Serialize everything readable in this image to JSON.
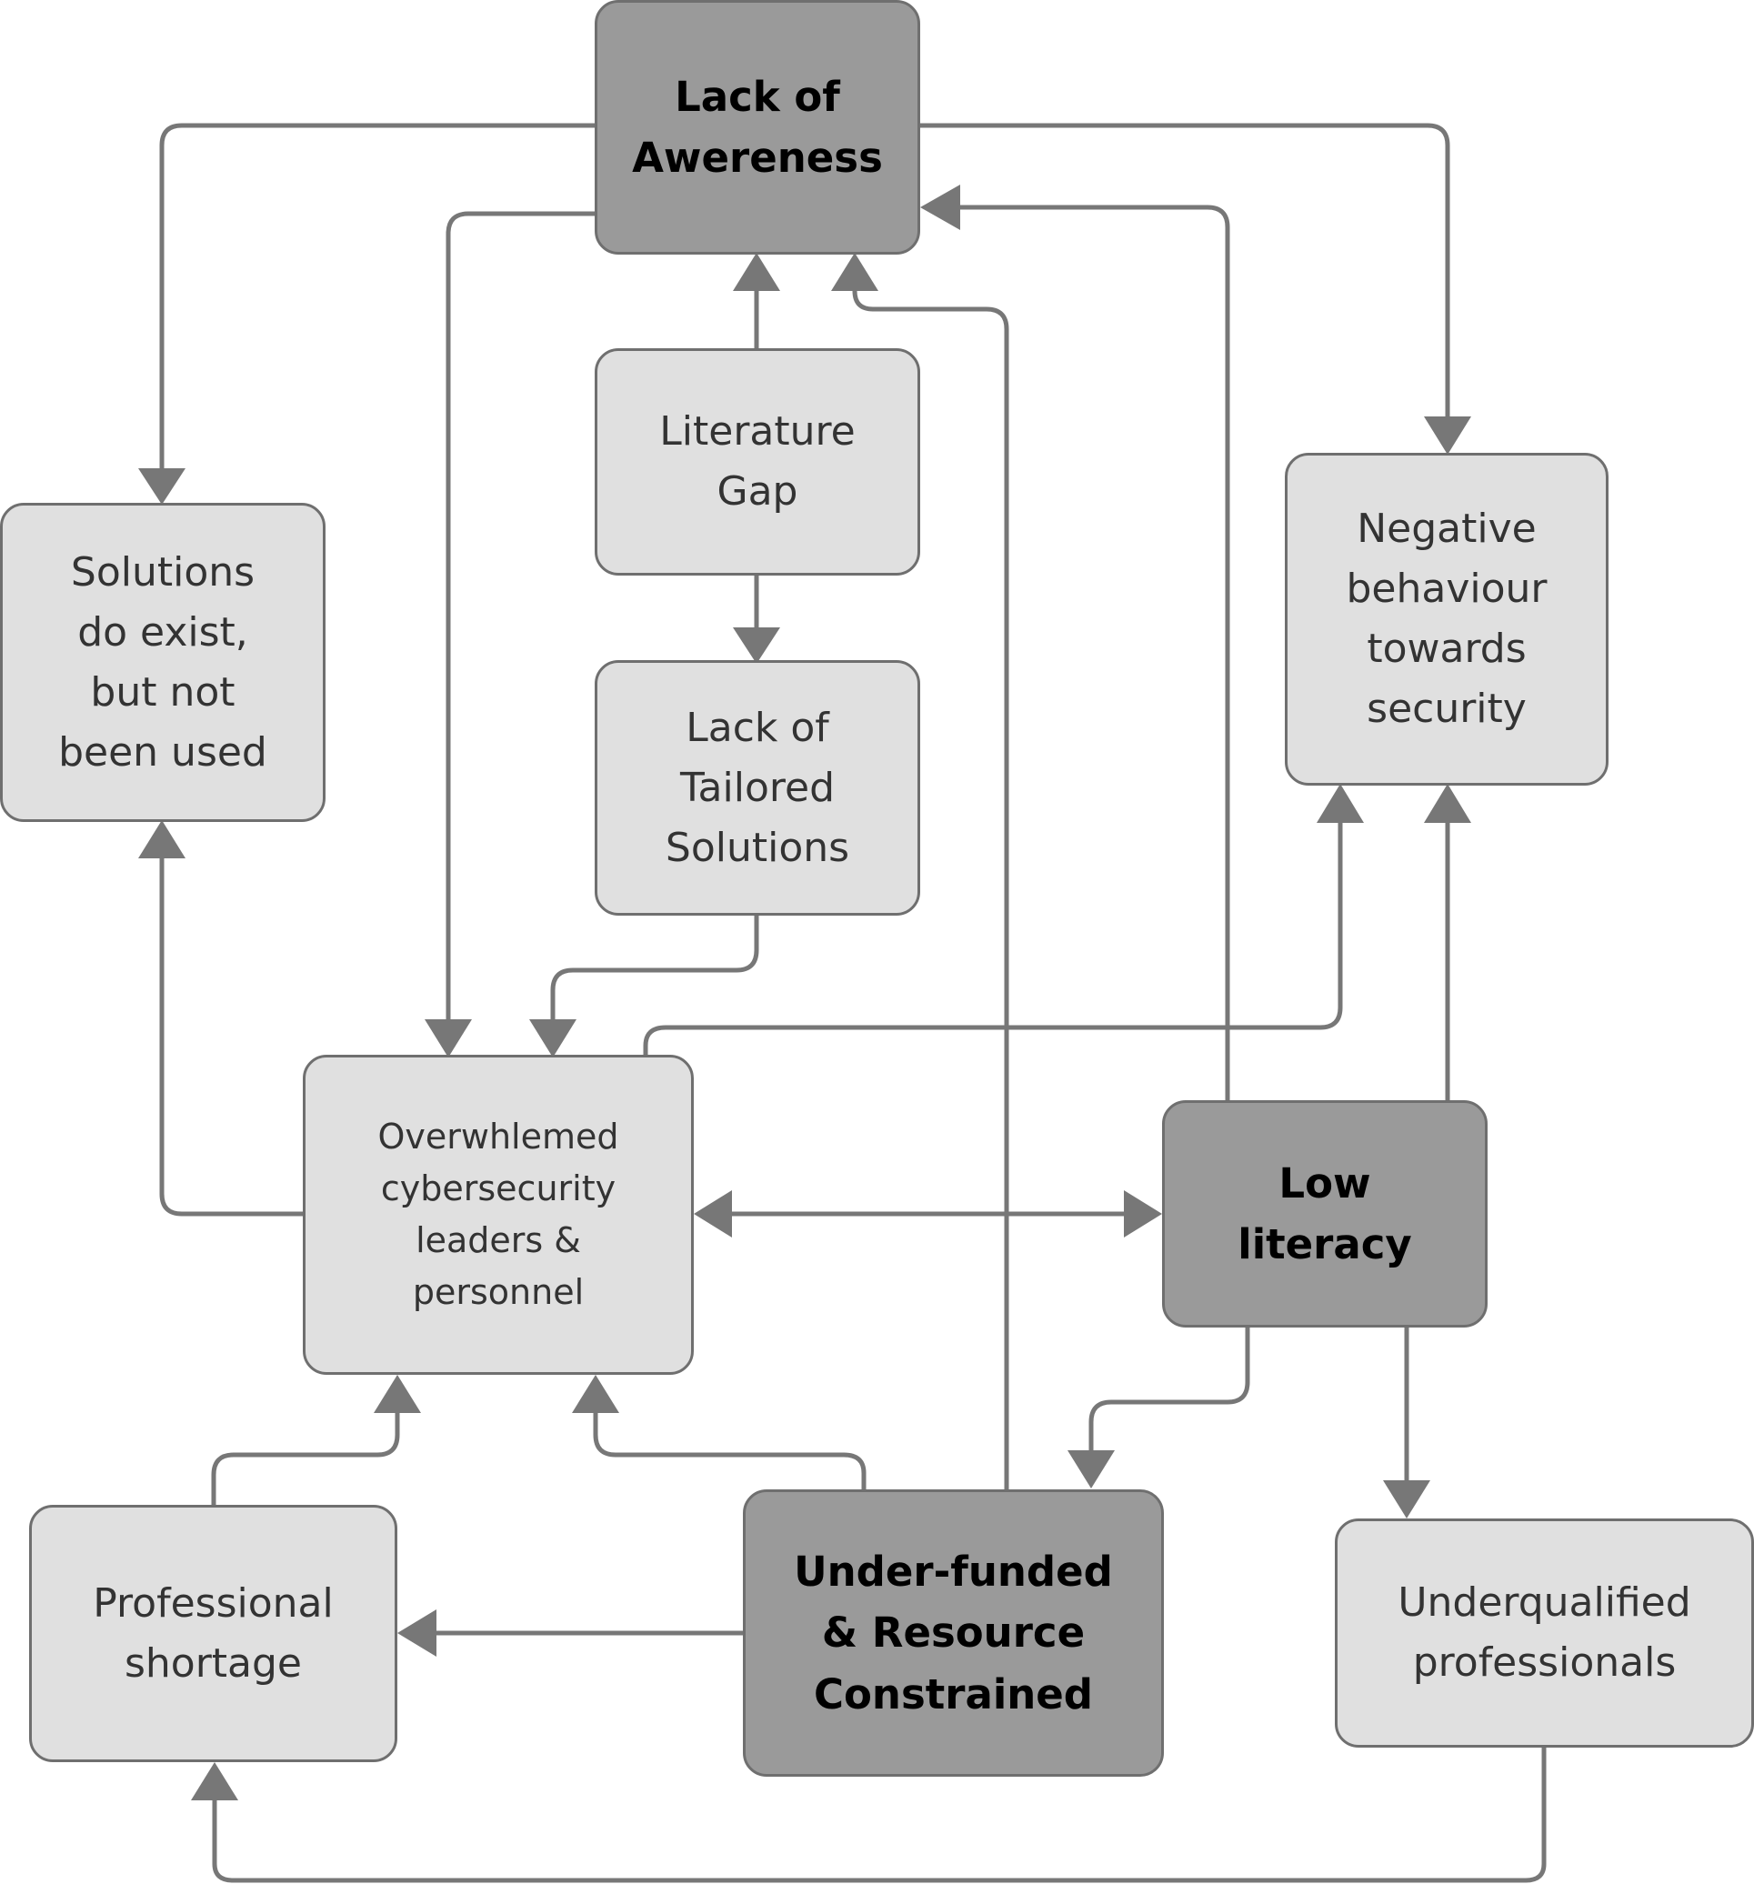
{
  "nodes": {
    "lack_of_awareness": "Lack of\nAwereness",
    "literature_gap": "Literature\nGap",
    "lack_of_tailored_solutions": "Lack of\nTailored\nSolutions",
    "solutions_exist": "Solutions\ndo exist,\nbut not\nbeen used",
    "negative_behaviour": "Negative\nbehaviour\ntowards\nsecurity",
    "overwhelmed_leaders": "Overwhlemed\ncybersecurity\nleaders &\npersonnel",
    "low_literacy": "Low\nliteracy",
    "professional_shortage": "Professional\nshortage",
    "under_funded": "Under-funded\n& Resource\nConstrained",
    "underqualified_professionals": "Underqualified\nprofessionals"
  },
  "colors": {
    "key_node_fill": "#9a9a9a",
    "node_fill": "#e0e0e0",
    "border": "#6f6f6f",
    "connector": "#777777"
  }
}
